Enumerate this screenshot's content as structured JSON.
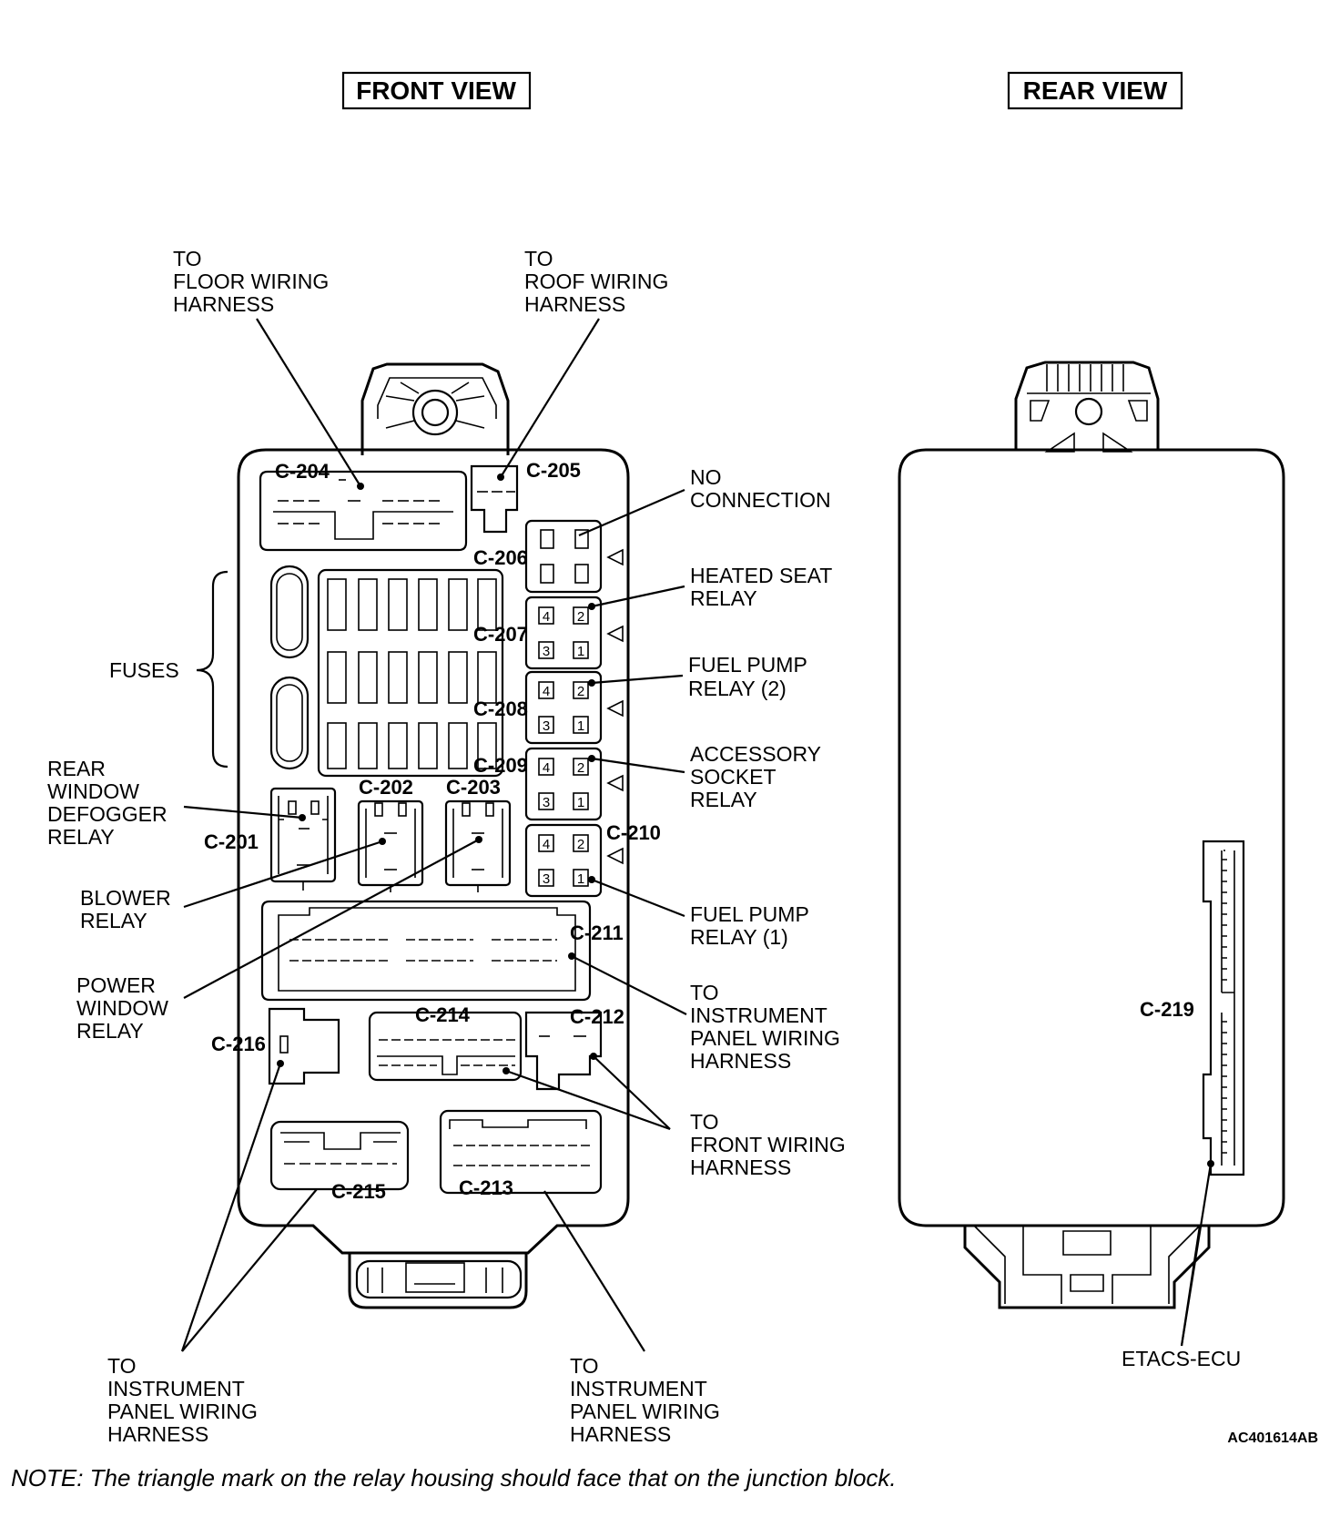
{
  "titles": {
    "front": "FRONT VIEW",
    "rear": "REAR VIEW"
  },
  "labels": {
    "floor_harness": [
      "TO",
      "FLOOR WIRING",
      "HARNESS"
    ],
    "roof_harness": [
      "TO",
      "ROOF WIRING",
      "HARNESS"
    ],
    "no_connection": [
      "NO",
      "CONNECTION"
    ],
    "heated_seat_relay": [
      "HEATED SEAT",
      "RELAY"
    ],
    "fuel_pump_relay_2": [
      "FUEL PUMP",
      "RELAY (2)"
    ],
    "accessory_socket_relay": [
      "ACCESSORY",
      "SOCKET",
      "RELAY"
    ],
    "fuel_pump_relay_1": [
      "FUEL PUMP",
      "RELAY (1)"
    ],
    "ip_harness_right": [
      "TO",
      "INSTRUMENT",
      "PANEL WIRING",
      "HARNESS"
    ],
    "front_harness": [
      "TO",
      "FRONT WIRING",
      "HARNESS"
    ],
    "fuses": "FUSES",
    "rear_window_defogger_relay": [
      "REAR",
      "WINDOW",
      "DEFOGGER",
      "RELAY"
    ],
    "blower_relay": [
      "BLOWER",
      "RELAY"
    ],
    "power_window_relay": [
      "POWER",
      "WINDOW",
      "RELAY"
    ],
    "ip_harness_bottom_left": [
      "TO",
      "INSTRUMENT",
      "PANEL WIRING",
      "HARNESS"
    ],
    "ip_harness_bottom_mid": [
      "TO",
      "INSTRUMENT",
      "PANEL WIRING",
      "HARNESS"
    ],
    "etacs_ecu": "ETACS-ECU"
  },
  "connectors": {
    "c201": "C-201",
    "c202": "C-202",
    "c203": "C-203",
    "c204": "C-204",
    "c205": "C-205",
    "c206": "C-206",
    "c207": "C-207",
    "c208": "C-208",
    "c209": "C-209",
    "c210": "C-210",
    "c211": "C-211",
    "c212": "C-212",
    "c213": "C-213",
    "c214": "C-214",
    "c215": "C-215",
    "c216": "C-216",
    "c219": "C-219"
  },
  "relay_pins": {
    "p1": "1",
    "p2": "2",
    "p3": "3",
    "p4": "4"
  },
  "figure_code": "AC401614AB",
  "note": "NOTE: The triangle mark on the relay housing should face that on the junction block."
}
